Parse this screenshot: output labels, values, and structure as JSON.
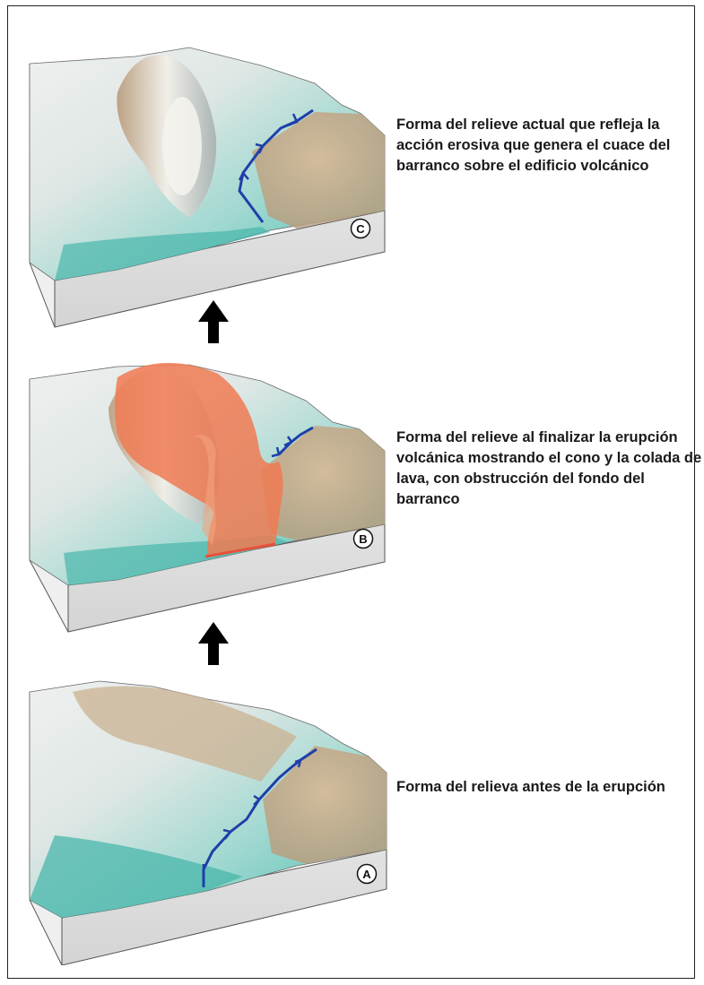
{
  "stages": [
    {
      "key": "C",
      "label": "C",
      "caption": "Forma del relieve actual que refleja la acción erosiva que genera el cuace del barranco sobre el edificio volcánico"
    },
    {
      "key": "B",
      "label": "B",
      "caption": "Forma del relieve al finalizar la erupción volcánica mostrando el cono y la colada de lava, con obstrucción del fondo del barranco"
    },
    {
      "key": "A",
      "label": "A",
      "caption": "Forma del relieva antes de la erupción"
    }
  ],
  "colors": {
    "water_teal": "#5cc4b8",
    "terrain_light": "#e6ecea",
    "terrain_tan": "#c4aa8a",
    "block_side": "#bdbdbd",
    "lava": "#f07a52",
    "stream_blue": "#1f3fa8",
    "arrow": "#000000"
  }
}
